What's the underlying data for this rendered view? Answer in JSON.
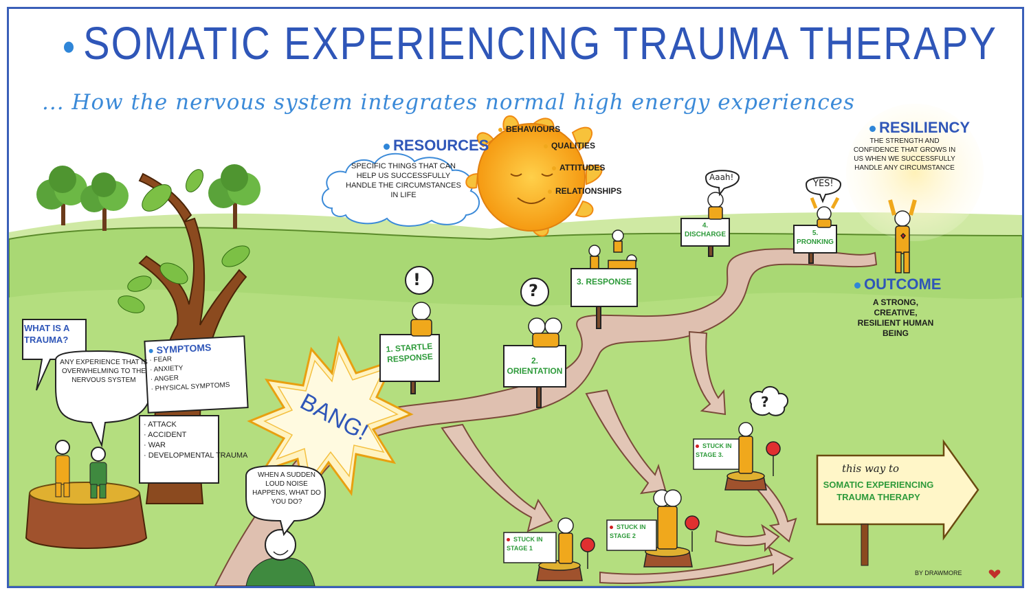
{
  "title": "SOMATIC EXPERIENCING TRAUMA THERAPY",
  "subtitle": "... How the nervous system integrates normal high energy experiences",
  "resources": {
    "heading": "RESOURCES",
    "description": "SPECIFIC THINGS THAT CAN HELP US SUCCESSFULLY HANDLE THE CIRCUMSTANCES IN LIFE",
    "items": [
      "BEHAVIOURS",
      "QUALITIES",
      "ATTITUDES",
      "RELATIONSHIPS"
    ]
  },
  "resiliency": {
    "heading": "RESILIENCY",
    "description": "THE STRENGTH AND CONFIDENCE THAT GROWS IN US WHEN WE SUCCESSFULLY HANDLE ANY CIRCUMSTANCE"
  },
  "outcome": {
    "heading": "OUTCOME",
    "description": "A STRONG, CREATIVE, RESILIENT HUMAN BEING"
  },
  "trauma": {
    "question": "WHAT IS A TRAUMA?",
    "answer": "ANY EXPERIENCE THAT IS OVERWHELMING TO THE NERVOUS SYSTEM"
  },
  "symptoms": {
    "heading": "SYMPTOMS",
    "items": [
      "FEAR",
      "ANXIETY",
      "ANGER",
      "PHYSICAL SYMPTOMS"
    ]
  },
  "causes": [
    "ATTACK",
    "ACCIDENT",
    "WAR",
    "DEVELOPMENTAL TRAUMA"
  ],
  "bang": "BANG!",
  "noise_question": "WHEN A SUDDEN LOUD NOISE HAPPENS, WHAT DO YOU DO?",
  "stages": [
    {
      "label": "1. STARTLE RESPONSE",
      "bubble": "!"
    },
    {
      "label": "2. ORIENTATION",
      "bubble": "?"
    },
    {
      "label": "3. RESPONSE"
    },
    {
      "label": "4. DISCHARGE",
      "bubble": "Aaah!"
    },
    {
      "label": "5. PRONKING",
      "bubble": "YES!"
    }
  ],
  "stuck": [
    "STUCK IN STAGE 1",
    "STUCK IN STAGE 2",
    "STUCK IN STAGE 3."
  ],
  "stuck_bubble": "?",
  "sign": {
    "line1": "this way to",
    "line2": "SOMATIC EXPERIENCING TRAUMA THERAPY"
  },
  "credit": "BY DRAWMORE",
  "colors": {
    "title_blue": "#2f56b8",
    "subtitle_blue": "#3b8ad8",
    "grass": "#9fd36a",
    "path": "#d8b7a8",
    "figure": "#f0a81c",
    "sign_green": "#2d9a3a"
  }
}
